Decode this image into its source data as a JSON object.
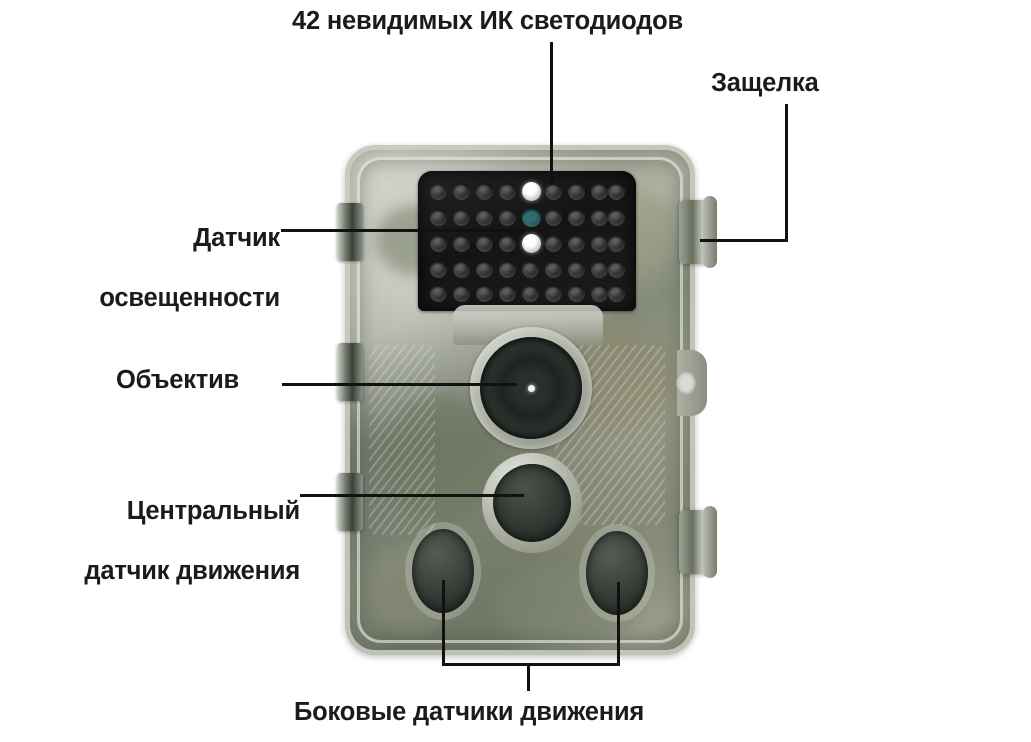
{
  "diagram": {
    "title": "Схема трейл-камеры с подписями элементов",
    "subject": "trail-camera",
    "background_color": "#ffffff",
    "text_color": "#1b1b1b",
    "leader_line_color": "#111111"
  },
  "labels": {
    "leds": {
      "text": "42 невидимых ИК светодиодов",
      "target": "ir-led-panel",
      "leader": "vertical-down"
    },
    "latch": {
      "text": "Защелка",
      "target": "top-latch",
      "leader": "elbow-down-left"
    },
    "light_sensor": {
      "line1": "Датчик",
      "line2": "освещенности",
      "text": "Датчик освещенности",
      "target": "light-sensor",
      "leader": "horizontal-right"
    },
    "lens": {
      "text": "Объектив",
      "target": "camera-lens",
      "leader": "horizontal-right"
    },
    "center_motion": {
      "line1": "Центральный",
      "line2": "датчик движения",
      "text": "Центральный датчик движения",
      "target": "central-motion-sensor",
      "leader": "horizontal-right"
    },
    "side_motion": {
      "text": "Боковые датчики движения",
      "target": "side-motion-sensors",
      "leader": "bracket-up"
    }
  },
  "camera": {
    "body_finish": "camouflage",
    "led_panel": {
      "columns": 9,
      "rows": 5,
      "total_cells": 45,
      "ir_led_count": 42,
      "special_cells": [
        {
          "column": 5,
          "row": 1,
          "kind": "white-led"
        },
        {
          "column": 5,
          "row": 2,
          "kind": "light-sensor-teal"
        },
        {
          "column": 5,
          "row": 3,
          "kind": "white-led"
        }
      ]
    },
    "parts": [
      {
        "name": "ir-led-panel",
        "label": "ИК светодиоды"
      },
      {
        "name": "light-sensor",
        "label": "Датчик освещенности"
      },
      {
        "name": "camera-lens",
        "label": "Объектив"
      },
      {
        "name": "central-motion-sensor",
        "label": "Центральный датчик движения"
      },
      {
        "name": "side-motion-sensor-left",
        "label": "Боковой датчик движения (левый)"
      },
      {
        "name": "side-motion-sensor-right",
        "label": "Боковой датчик движения (правый)"
      },
      {
        "name": "top-latch",
        "label": "Защелка верхняя"
      },
      {
        "name": "bottom-latch",
        "label": "Защелка нижняя"
      },
      {
        "name": "mounting-tab",
        "label": "Крепёжное ушко"
      },
      {
        "name": "hinge",
        "label": "Петля"
      }
    ]
  }
}
